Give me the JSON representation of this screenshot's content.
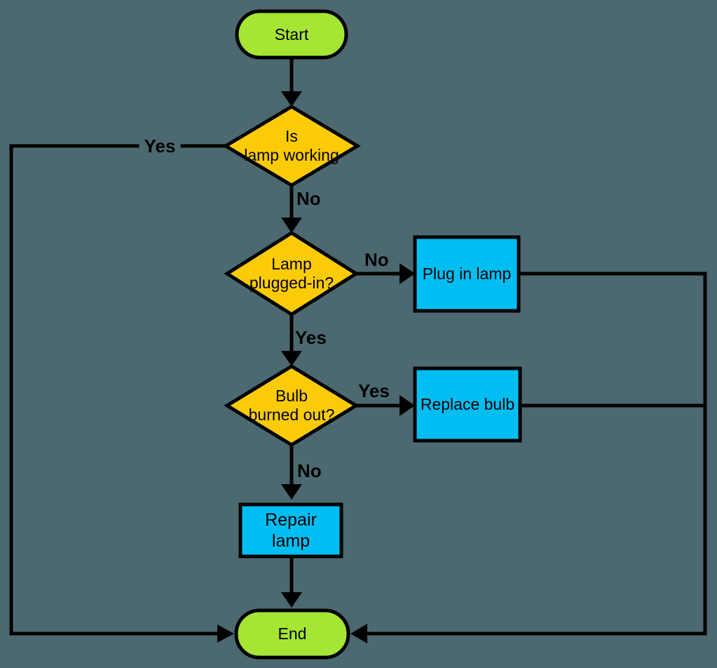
{
  "title": "Lamp troubleshooting flowchart",
  "colors": {
    "background": "#4C6971",
    "terminal_fill": "#A5E634",
    "decision_fill": "#FBCB07",
    "process_fill": "#00BEF2",
    "line": "#000000",
    "text": "#000000"
  },
  "nodes": {
    "start": {
      "label": "Start"
    },
    "is_lamp_working": {
      "line1": "Is",
      "line2": "lamp working"
    },
    "lamp_plugged_in": {
      "line1": "Lamp",
      "line2": "plugged-in?"
    },
    "plug_in_lamp": {
      "label": "Plug in lamp"
    },
    "bulb_burned_out": {
      "line1": "Bulb",
      "line2": "burned out?"
    },
    "replace_bulb": {
      "label": "Replace bulb"
    },
    "repair_lamp": {
      "line1": "Repair",
      "line2": "lamp"
    },
    "end": {
      "label": "End"
    }
  },
  "edge_labels": {
    "working_yes": "Yes",
    "working_no": "No",
    "plugged_no": "No",
    "plugged_yes": "Yes",
    "burned_yes": "Yes",
    "burned_no": "No"
  }
}
